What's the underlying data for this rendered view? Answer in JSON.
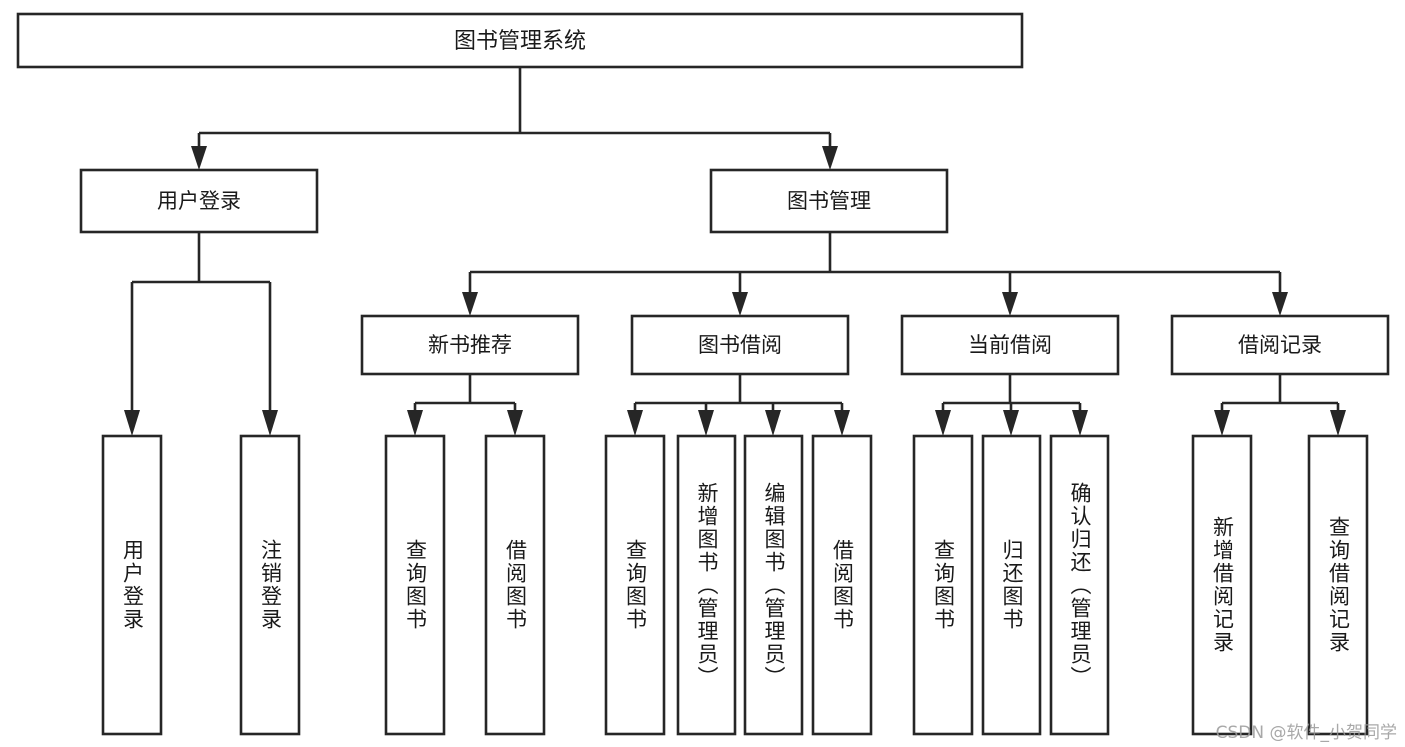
{
  "diagram": {
    "type": "tree",
    "title": "图书管理系统",
    "watermark": "CSDN @软件_小贺同学",
    "root": {
      "id": "root",
      "label": "图书管理系统"
    },
    "level2": [
      {
        "id": "user-login",
        "label": "用户登录"
      },
      {
        "id": "book-management",
        "label": "图书管理"
      }
    ],
    "level3": [
      {
        "id": "new-book-recommend",
        "label": "新书推荐",
        "parent": "book-management"
      },
      {
        "id": "book-borrow",
        "label": "图书借阅",
        "parent": "book-management"
      },
      {
        "id": "current-borrow",
        "label": "当前借阅",
        "parent": "book-management"
      },
      {
        "id": "borrow-record",
        "label": "借阅记录",
        "parent": "book-management"
      }
    ],
    "leaves": [
      {
        "id": "leaf-user-login",
        "label": "用户登录",
        "parent": "user-login"
      },
      {
        "id": "leaf-logout",
        "label": "注销登录",
        "parent": "user-login"
      },
      {
        "id": "leaf-query-book-1",
        "label": "查询图书",
        "parent": "new-book-recommend"
      },
      {
        "id": "leaf-borrow-book-1",
        "label": "借阅图书",
        "parent": "new-book-recommend"
      },
      {
        "id": "leaf-query-book-2",
        "label": "查询图书",
        "parent": "book-borrow"
      },
      {
        "id": "leaf-add-book",
        "label": "新增图书（管理员）",
        "parent": "book-borrow"
      },
      {
        "id": "leaf-edit-book",
        "label": "编辑图书（管理员）",
        "parent": "book-borrow"
      },
      {
        "id": "leaf-borrow-book-2",
        "label": "借阅图书",
        "parent": "book-borrow"
      },
      {
        "id": "leaf-query-book-3",
        "label": "查询图书",
        "parent": "current-borrow"
      },
      {
        "id": "leaf-return-book",
        "label": "归还图书",
        "parent": "current-borrow"
      },
      {
        "id": "leaf-confirm-return",
        "label": "确认归还（管理员）",
        "parent": "current-borrow"
      },
      {
        "id": "leaf-add-record",
        "label": "新增借阅记录",
        "parent": "borrow-record"
      },
      {
        "id": "leaf-query-record",
        "label": "查询借阅记录",
        "parent": "borrow-record"
      }
    ],
    "colors": {
      "box_stroke": "#262626",
      "box_fill": "#ffffff",
      "text": "#1a1a1a",
      "connector": "#262626",
      "watermark": "#9a9a9a",
      "background": "#ffffff"
    }
  }
}
